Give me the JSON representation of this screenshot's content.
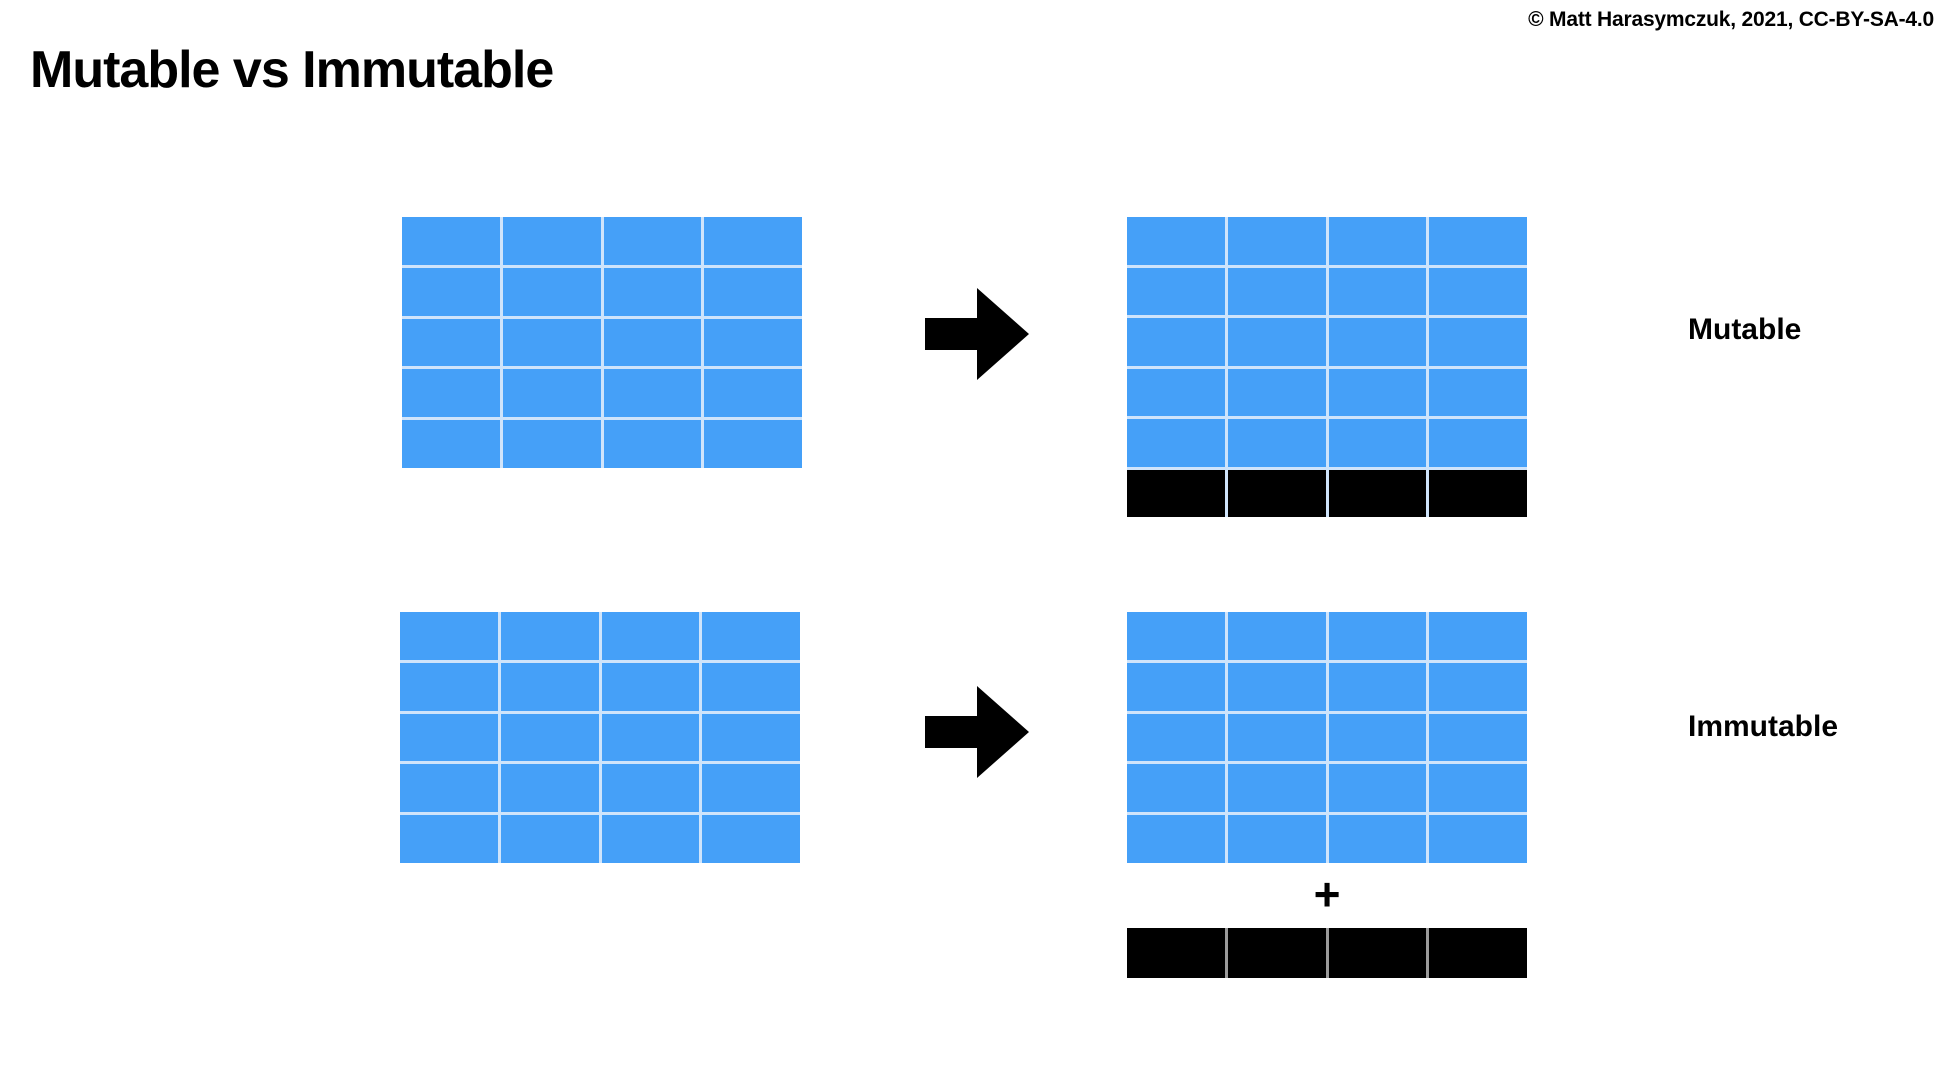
{
  "slide": {
    "title": "Mutable vs Immutable",
    "copyright": "© Matt Harasymczuk, 2021, CC-BY-SA-4.0",
    "background": "#ffffff"
  },
  "colors": {
    "data_cell": "#45a0f8",
    "appended_cell": "#000000",
    "grid_line": "#cfe4fb",
    "appended_grid_line": "#9b9b9b",
    "text": "#000000"
  },
  "rows": [
    {
      "id": "mutable",
      "label": "Mutable",
      "arrow_glyph": "➡",
      "before": {
        "columns": 4,
        "rows": 5,
        "cells": 20,
        "kinds": [
          [
            "blue",
            "blue",
            "blue",
            "blue"
          ],
          [
            "blue",
            "blue",
            "blue",
            "blue"
          ],
          [
            "blue",
            "blue",
            "blue",
            "blue"
          ],
          [
            "blue",
            "blue",
            "blue",
            "blue"
          ],
          [
            "blue",
            "blue",
            "blue",
            "blue"
          ]
        ]
      },
      "after": {
        "columns": 4,
        "rows": 6,
        "cells": 24,
        "kinds": [
          [
            "blue",
            "blue",
            "blue",
            "blue"
          ],
          [
            "blue",
            "blue",
            "blue",
            "blue"
          ],
          [
            "blue",
            "blue",
            "blue",
            "blue"
          ],
          [
            "blue",
            "blue",
            "blue",
            "blue"
          ],
          [
            "blue",
            "blue",
            "blue",
            "blue"
          ],
          [
            "black",
            "black",
            "black",
            "black"
          ]
        ]
      },
      "appended": null,
      "plus_sign": null
    },
    {
      "id": "immutable",
      "label": "Immutable",
      "arrow_glyph": "➡",
      "before": {
        "columns": 4,
        "rows": 5,
        "cells": 20,
        "kinds": [
          [
            "blue",
            "blue",
            "blue",
            "blue"
          ],
          [
            "blue",
            "blue",
            "blue",
            "blue"
          ],
          [
            "blue",
            "blue",
            "blue",
            "blue"
          ],
          [
            "blue",
            "blue",
            "blue",
            "blue"
          ],
          [
            "blue",
            "blue",
            "blue",
            "blue"
          ]
        ]
      },
      "after": {
        "columns": 4,
        "rows": 5,
        "cells": 20,
        "kinds": [
          [
            "blue",
            "blue",
            "blue",
            "blue"
          ],
          [
            "blue",
            "blue",
            "blue",
            "blue"
          ],
          [
            "blue",
            "blue",
            "blue",
            "blue"
          ],
          [
            "blue",
            "blue",
            "blue",
            "blue"
          ],
          [
            "blue",
            "blue",
            "blue",
            "blue"
          ]
        ]
      },
      "appended": {
        "columns": 4,
        "rows": 1,
        "cells": 4,
        "kinds": [
          [
            "black",
            "black",
            "black",
            "black"
          ]
        ]
      },
      "plus_sign": "+"
    }
  ]
}
